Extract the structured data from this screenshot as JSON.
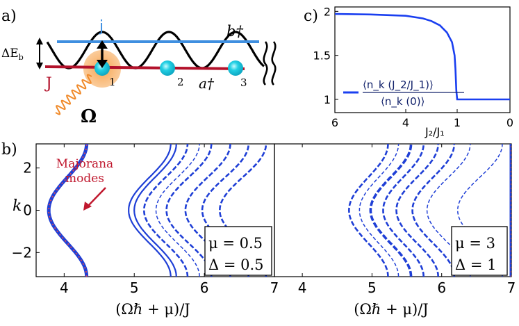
{
  "panel_labels": {
    "a": "a)",
    "b": "b)",
    "c": "c)"
  },
  "schematic": {
    "j": "j",
    "J": "J",
    "bdag": "b†",
    "adag": "a†",
    "deltaE": "ΔE",
    "deltaE_sub": "b",
    "omega": "Ω",
    "site_labels": [
      "1",
      "2",
      "3"
    ],
    "colors": {
      "upper_rail": "#3f8fe0",
      "lower_rail": "#b3122b",
      "atoms": "#22cfe3",
      "glow": "#f7a24a",
      "laser": "#f08a2a",
      "lattice": "#000000"
    }
  },
  "chart_data": [
    {
      "type": "line",
      "panel": "c",
      "xlabel": "J₂/J₁",
      "x_ticks": [
        "6",
        "4",
        "1",
        "0"
      ],
      "y_ticks": [
        "2",
        "1.5",
        "1"
      ],
      "ylim": [
        0.85,
        2.05
      ],
      "legend": {
        "expr_top": "⟨n_k (J_2/J_1)⟩",
        "expr_bottom": "⟨n_k (0)⟩",
        "position": "bottom-left"
      },
      "series": [
        {
          "color": "#1a3ff0",
          "x": [
            6,
            5,
            4,
            3,
            2.5,
            2,
            1.6,
            1.3,
            1.15,
            1.1,
            1.05,
            1,
            0.5,
            0
          ],
          "y": [
            1.97,
            1.965,
            1.95,
            1.92,
            1.89,
            1.84,
            1.76,
            1.65,
            1.5,
            1.35,
            1.1,
            1.0,
            1.0,
            1.0
          ]
        }
      ]
    },
    {
      "type": "line",
      "panel": "b-left",
      "xlabel": "(Ωℏ + μ)/J",
      "ylabel": "k",
      "xlim": [
        3.6,
        7.0
      ],
      "ylim": [
        -3.14,
        3.14
      ],
      "x_ticks": [
        "4",
        "5",
        "6",
        "7"
      ],
      "y_ticks": [
        "2",
        "0",
        "−2"
      ],
      "annotation": {
        "line1": "Majorana",
        "line2": "modes"
      },
      "params": {
        "mu": "μ = 0.5",
        "delta": "Δ = 0.5"
      },
      "curves": [
        {
          "x0": 4.05,
          "amp": -0.27,
          "style": "majorana"
        },
        {
          "x0": 5.22,
          "amp": -0.3,
          "style": "solid"
        },
        {
          "x0": 5.3,
          "amp": -0.3,
          "style": "solid"
        },
        {
          "x0": 5.45,
          "amp": -0.31,
          "style": "dash"
        },
        {
          "x0": 5.62,
          "amp": -0.31,
          "style": "dash-thin"
        },
        {
          "x0": 5.78,
          "amp": -0.32,
          "style": "dash"
        },
        {
          "x0": 6.05,
          "amp": -0.32,
          "style": "dash"
        },
        {
          "x0": 6.3,
          "amp": -0.33,
          "style": "dash"
        },
        {
          "x0": 6.55,
          "amp": -0.33,
          "style": "dash"
        }
      ]
    },
    {
      "type": "line",
      "panel": "b-right",
      "xlabel": "(Ωℏ + μ)/J",
      "xlim": [
        3.6,
        7.0
      ],
      "ylim": [
        -3.14,
        3.14
      ],
      "x_ticks": [
        "4",
        "5",
        "6",
        "7"
      ],
      "params": {
        "mu": "μ = 3",
        "delta": "Δ = 1"
      },
      "curves": [
        {
          "x0": 4.95,
          "amp": -0.28,
          "style": "dash"
        },
        {
          "x0": 5.1,
          "amp": -0.28,
          "style": "dash-thin"
        },
        {
          "x0": 5.27,
          "amp": -0.29,
          "style": "dash-thick"
        },
        {
          "x0": 5.45,
          "amp": -0.29,
          "style": "dash"
        },
        {
          "x0": 5.65,
          "amp": -0.3,
          "style": "dash"
        },
        {
          "x0": 5.88,
          "amp": -0.3,
          "style": "dash"
        },
        {
          "x0": 6.1,
          "amp": -0.31,
          "style": "dash-thin"
        },
        {
          "x0": 6.55,
          "amp": -0.32,
          "style": "dash-thin"
        },
        {
          "x0": 7.0,
          "amp": 0.0,
          "style": "majorana"
        }
      ]
    }
  ]
}
